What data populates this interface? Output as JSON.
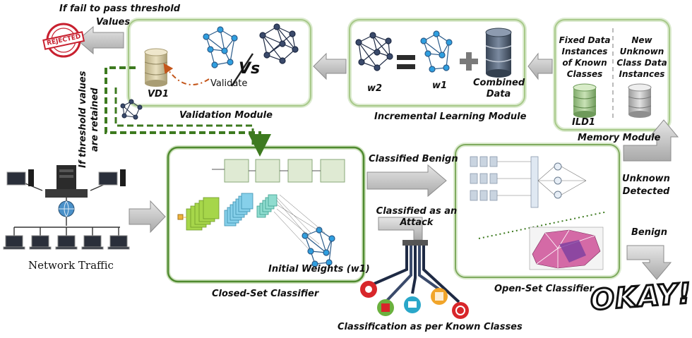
{
  "labels": {
    "fail_threshold": "If fail to pass threshold",
    "fail_threshold_2": "Values",
    "threshold_retained": "If threshold values",
    "threshold_retained_2": "are retained",
    "vd1": "VD1",
    "validate": "Validate",
    "vs": "Vs",
    "validation_module": "Validation Module",
    "w2": "w2",
    "w1": "w1",
    "combined_data": "Combined",
    "combined_data_2": "Data",
    "incremental_module": "Incremental Learning Module",
    "fixed_data_1": "Fixed Data",
    "fixed_data_2": "Instances",
    "fixed_data_3": "of Known",
    "fixed_data_4": "Classes",
    "new_unknown_1": "New",
    "new_unknown_2": "Unknown",
    "new_unknown_3": "Class Data",
    "new_unknown_4": "Instances",
    "ild1": "ILD1",
    "memory_module": "Memory Module",
    "network_traffic": "Network Traffic",
    "initial_weights": "Initial Weights (w1)",
    "closed_set": "Closed-Set Classifier",
    "classified_benign": "Classified Benign",
    "classified_attack_1": "Classified as an",
    "classified_attack_2": "Attack",
    "classification_known": "Classification as per Known Classes",
    "open_set": "Open-Set Classifier",
    "unknown_detected_1": "Unknown",
    "unknown_detected_2": "Detected",
    "benign": "Benign",
    "okay": "OKAY!",
    "rejected": "REJECTED"
  },
  "colors": {
    "module_border": "#a8c98a",
    "classifier_border": "#4f8a2f",
    "arrow_gray": "#bdbdbd",
    "dashed_green": "#3d7a1f",
    "node_blue": "#2f9fe0",
    "node_dark": "#3a4a6b",
    "db_tan": "#cfc39b",
    "db_green": "#9ec48a",
    "db_slate": "#4e5d70",
    "db_gray": "#b8b8b8",
    "stamp_red": "#c8202f",
    "validate_arrow": "#c4561b"
  },
  "icons": [
    "rejected-stamp-icon",
    "database-icon",
    "network-graph-icon",
    "plus-icon",
    "equals-icon",
    "computer-icon",
    "server-icon",
    "globe-icon",
    "laptop-icon",
    "attack-class-icon"
  ]
}
